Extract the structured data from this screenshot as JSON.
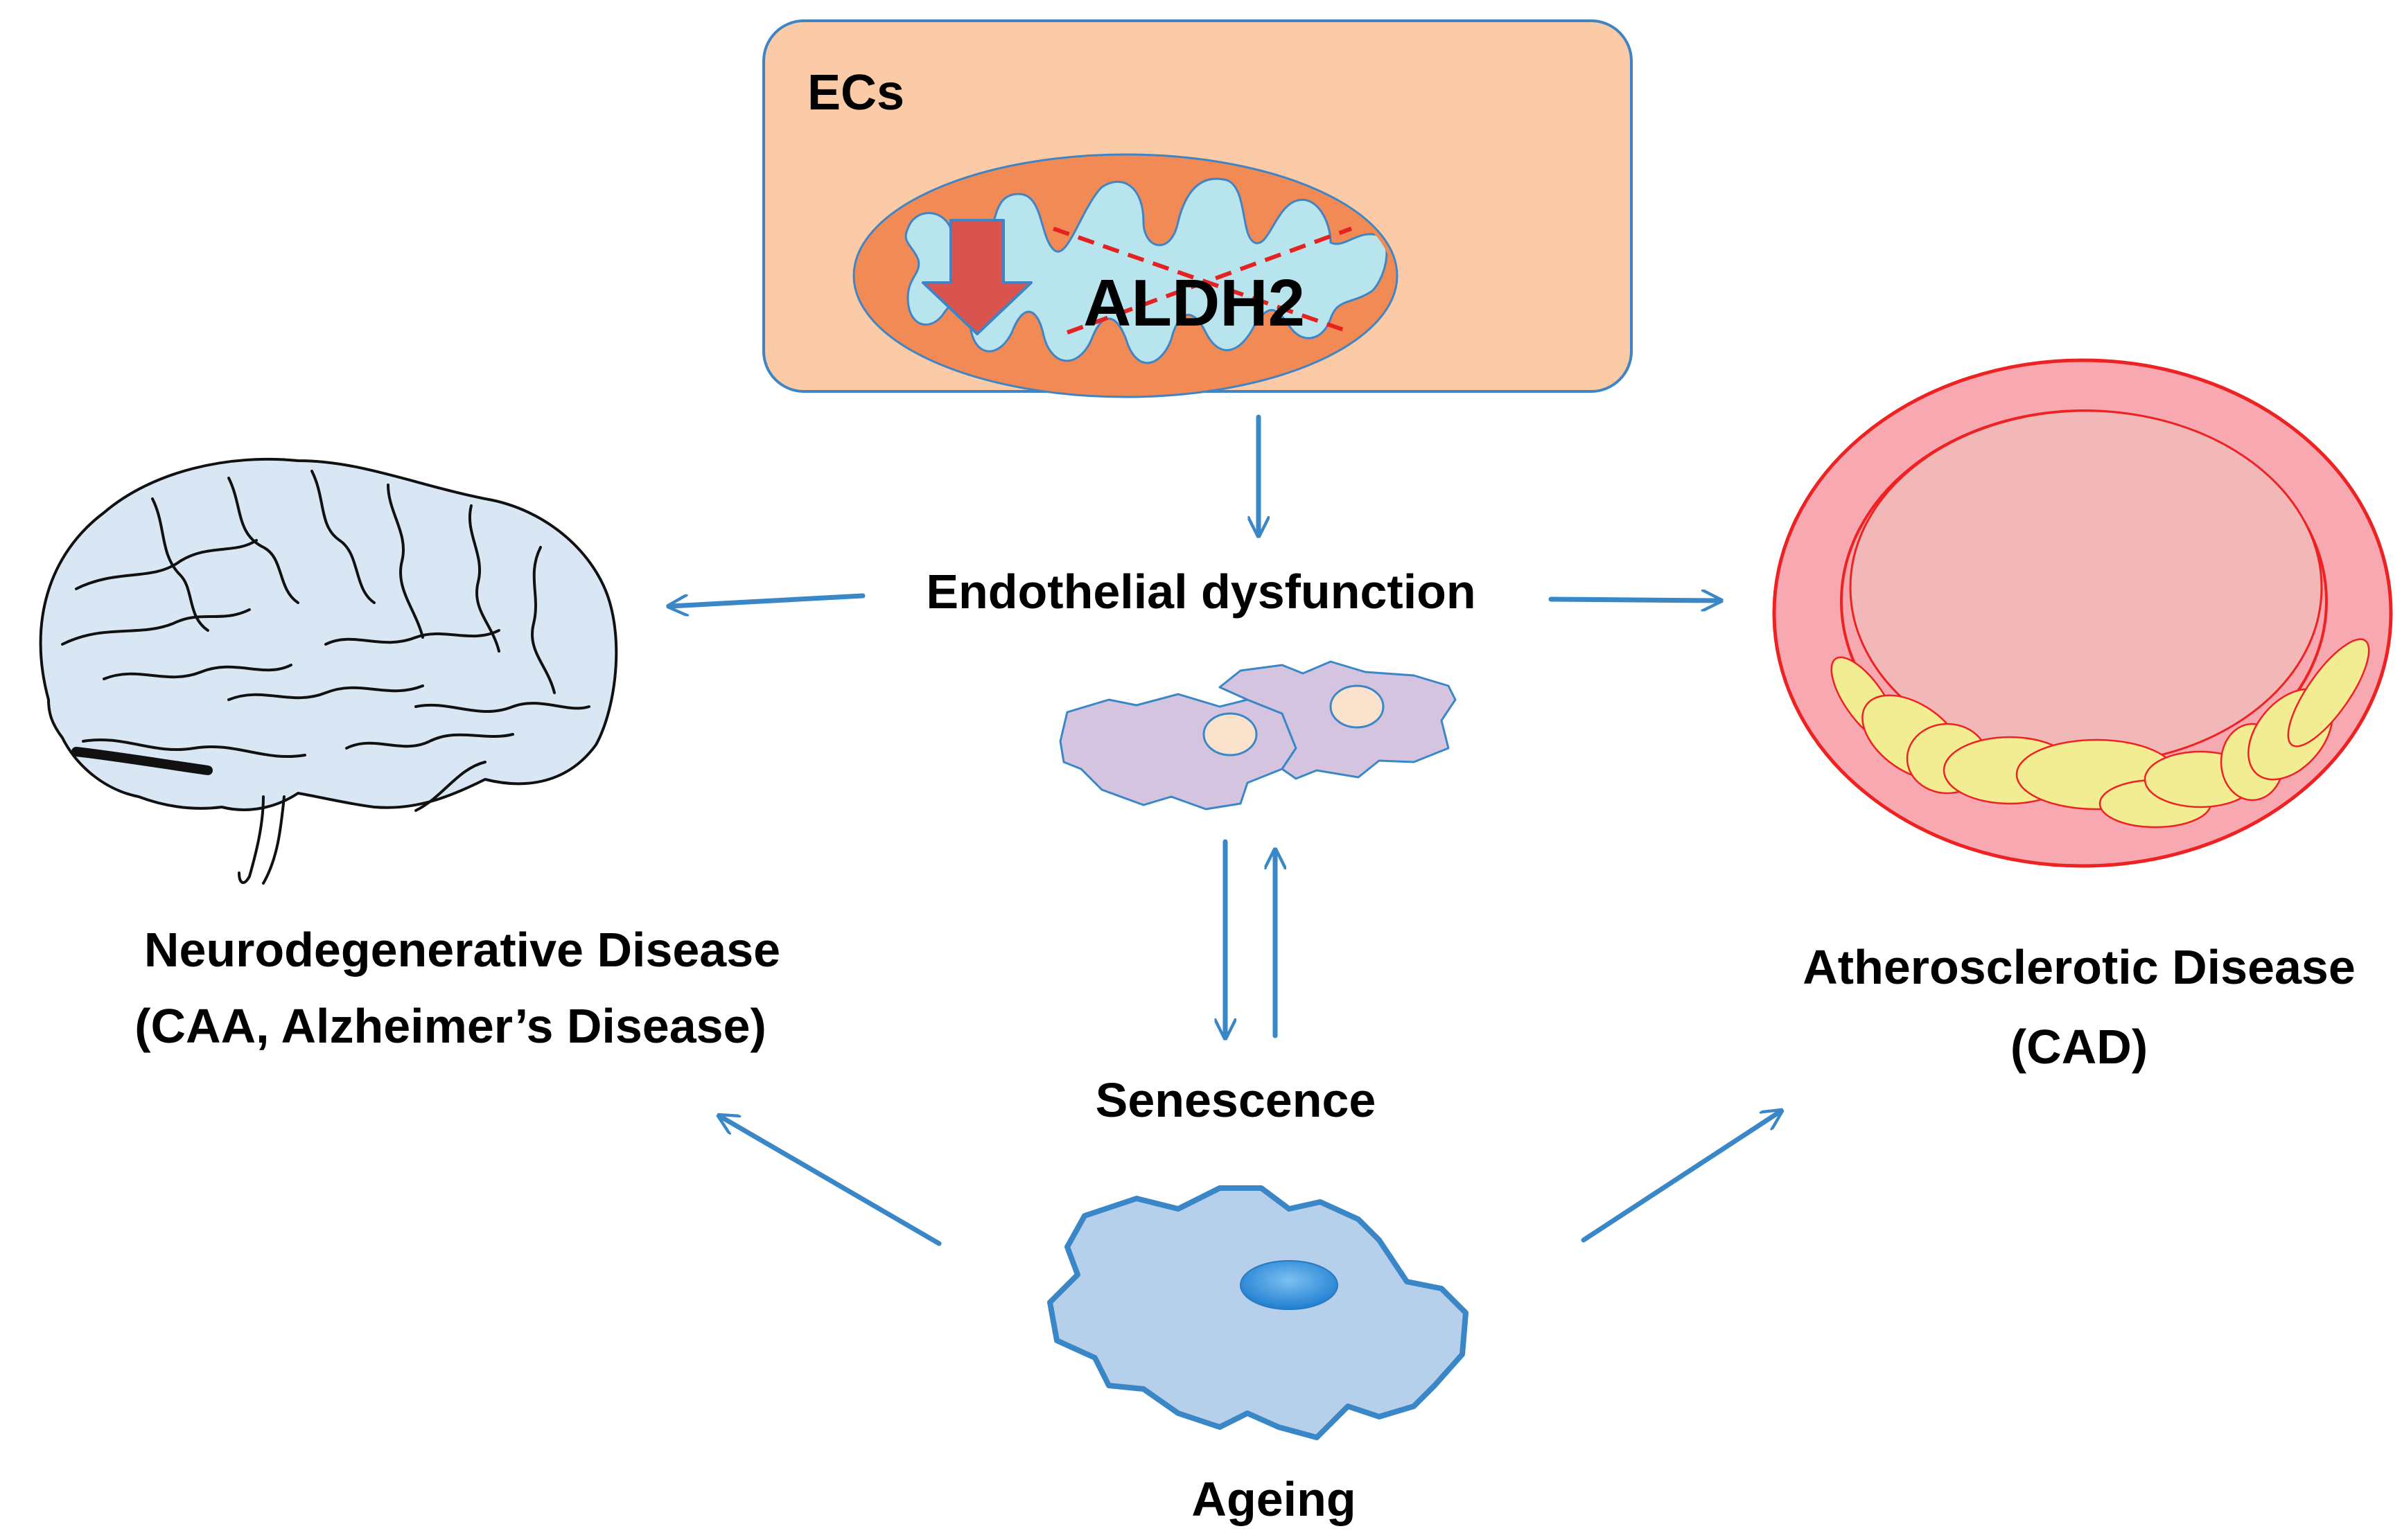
{
  "labels": {
    "ecs": "ECs",
    "aldh2": "ALDH2",
    "endothelial": "Endothelial dysfunction",
    "senescence": "Senescence",
    "ageing": "Ageing",
    "neuro_line1": "Neurodegenerative Disease",
    "neuro_line2": "(CAA, Alzheimer’s Disease)",
    "athero_line1": "Atherosclerotic Disease",
    "athero_line2": "(CAD)"
  },
  "colors": {
    "ec_box_fill": "#fbcaa6",
    "ec_box_border": "#3f84c4",
    "mito_outer": "#f18a55",
    "mito_inner": "#b8e4ee",
    "down_arrow": "#d9534f",
    "cross_line": "#e52222",
    "arrow": "#3a87c8",
    "brain_fill": "#d9e7f5",
    "endothelial_cell": "#d4c4e0",
    "aged_cell": "#b6cfea",
    "aged_nucleus": "#3a8fd8",
    "vessel_outer": "#f8a8b0",
    "vessel_inner": "#f2b8b8",
    "vessel_border": "#ee2222",
    "plaque": "#f2ec92"
  }
}
